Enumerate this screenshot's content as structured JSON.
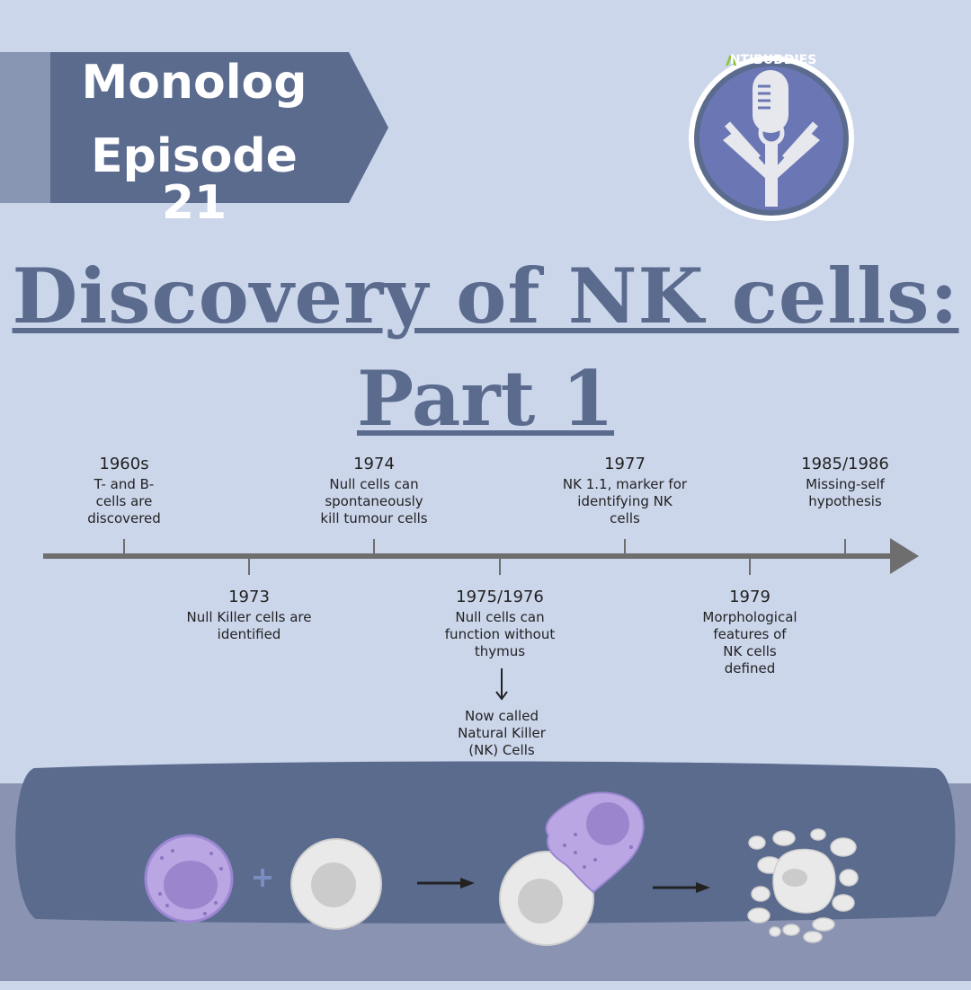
{
  "banner": {
    "line1": "Monolog",
    "line2": "Episode 21"
  },
  "logo": {
    "text": "NTIBUDDIES",
    "icon": "antibody-microphone-icon"
  },
  "title": {
    "line1": "Discovery of NK cells:",
    "line2": "Part 1"
  },
  "timeline": {
    "top": [
      {
        "year": "1960s",
        "desc": "T- and B-\ncells are\ndiscovered"
      },
      {
        "year": "1974",
        "desc": "Null cells can\nspontaneously\nkill tumour cells"
      },
      {
        "year": "1977",
        "desc": "NK 1.1, marker for\nidentifying NK\ncells"
      },
      {
        "year": "1985/1986",
        "desc": "Missing-self\nhypothesis"
      }
    ],
    "bottom": [
      {
        "year": "1973",
        "desc": "Null Killer cells are\nidentified"
      },
      {
        "year": "1975/1976",
        "desc": "Null cells can\nfunction without\nthymus"
      },
      {
        "year": "1979",
        "desc": "Morphological\nfeatures of\nNK cells\ndefined"
      }
    ],
    "note": "Now called\nNatural Killer\n(NK) Cells"
  },
  "colors": {
    "background": "#ccd6eb",
    "banner_dark": "#5b6b8e",
    "banner_light": "#8895b3",
    "title": "#5b6b8e",
    "band_outer": "#8a94b2",
    "band_inner": "#5b6b8e",
    "nk_cell": "#b9a6e3",
    "target_cell": "#e9e9e9"
  },
  "illustration": {
    "icons": [
      "nk-cell-icon",
      "plus-icon",
      "target-cell-icon",
      "arrow-icon",
      "nk-attacking-cell-icon",
      "arrow-icon",
      "lysed-cell-icon"
    ]
  }
}
